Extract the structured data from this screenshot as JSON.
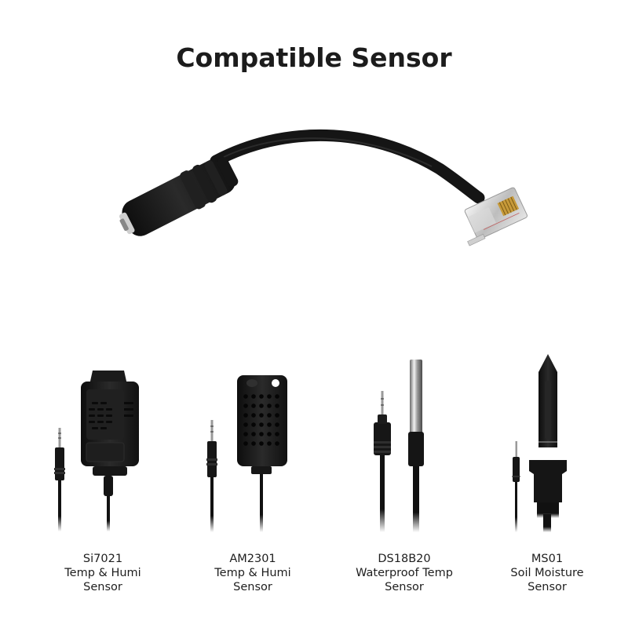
{
  "page": {
    "title": "Compatible Sensor"
  },
  "adapter": {
    "icon": "rj-adapter-cable-icon"
  },
  "sensors": [
    {
      "model": "Si7021",
      "line2": "Temp & Humi",
      "line3": "Sensor",
      "icon": "si7021-sensor-icon"
    },
    {
      "model": "AM2301",
      "line2": "Temp & Humi",
      "line3": "Sensor",
      "icon": "am2301-sensor-icon"
    },
    {
      "model": "DS18B20",
      "line2": "Waterproof Temp",
      "line3": "Sensor",
      "icon": "ds18b20-probe-icon"
    },
    {
      "model": "MS01",
      "line2": "Soil Moisture",
      "line3": "Sensor",
      "icon": "ms01-soil-probe-icon"
    }
  ],
  "colors": {
    "background": "#ffffff",
    "text": "#1c1c1c",
    "device": "#1a1a1a"
  }
}
